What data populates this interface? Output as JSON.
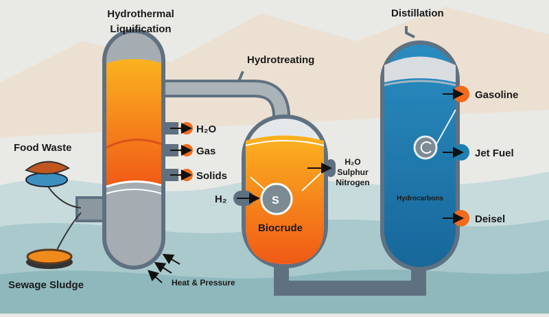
{
  "title_left": [
    "Hydrothermal",
    "Liquification"
  ],
  "hydrotreating": "Hydrotreating",
  "distillation": "Distillation",
  "inputs": {
    "food_waste": "Food Waste",
    "sewage_sludge": "Sewage Sludge"
  },
  "htl_outputs": [
    "H₂O",
    "Gas",
    "Solids"
  ],
  "heat_pressure": "Heat & Pressure",
  "h2_input": "H₂",
  "biocrude": "Biocrude",
  "hydrotreat_outputs": [
    "H₂O",
    "Sulphur",
    "Nitrogen"
  ],
  "hydrocarbons": "Hydrocarbons",
  "products": [
    "Gasoline",
    "Jet Fuel",
    "Deisel"
  ],
  "colors": {
    "orange": "#f26a1b",
    "blue": "#1f7fb3",
    "steel": "#5f7181",
    "background": "#e9e9e6"
  }
}
